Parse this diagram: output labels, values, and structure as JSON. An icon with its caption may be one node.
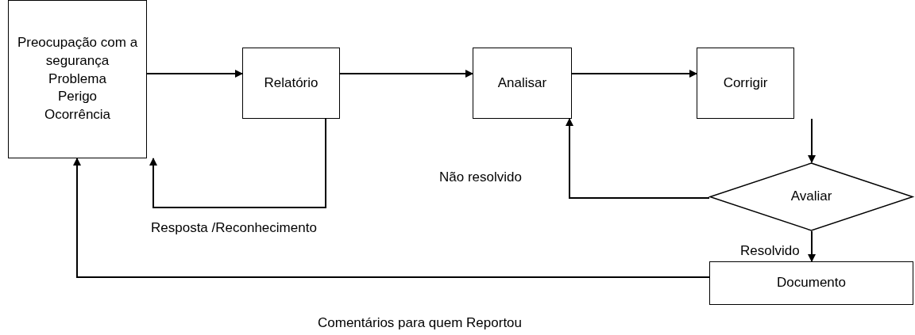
{
  "diagram": {
    "nodes": [
      {
        "text": [
          "Preocupação com a segurança",
          "Problema",
          "Perigo",
          "Ocorrência"
        ]
      },
      {
        "text": [
          "Relatório"
        ]
      },
      {
        "text": [
          "Analisar"
        ]
      },
      {
        "text": [
          "Corrigir"
        ]
      },
      {
        "text": [
          "Avaliar"
        ]
      },
      {
        "text": [
          "Documento"
        ]
      }
    ],
    "edges": [
      {
        "from": 0,
        "to": 1,
        "arrow": "to"
      },
      {
        "from": 1,
        "to": 2,
        "arrow": "to"
      },
      {
        "from": 2,
        "to": 3,
        "arrow": "to"
      },
      {
        "from": 3,
        "to": 4,
        "arrow": "to"
      },
      {
        "from": 4,
        "to": 2,
        "arrow": "to",
        "label": "Não resolvido"
      },
      {
        "from": 4,
        "to": 5,
        "arrow": "to",
        "label": "Resolvido"
      },
      {
        "from": 1,
        "to": 0,
        "arrow": "to",
        "label": "Resposta /Reconhecimento"
      },
      {
        "from": 5,
        "to": 0,
        "arrow": "to",
        "label": "Comentários para quem Reportou"
      }
    ]
  }
}
